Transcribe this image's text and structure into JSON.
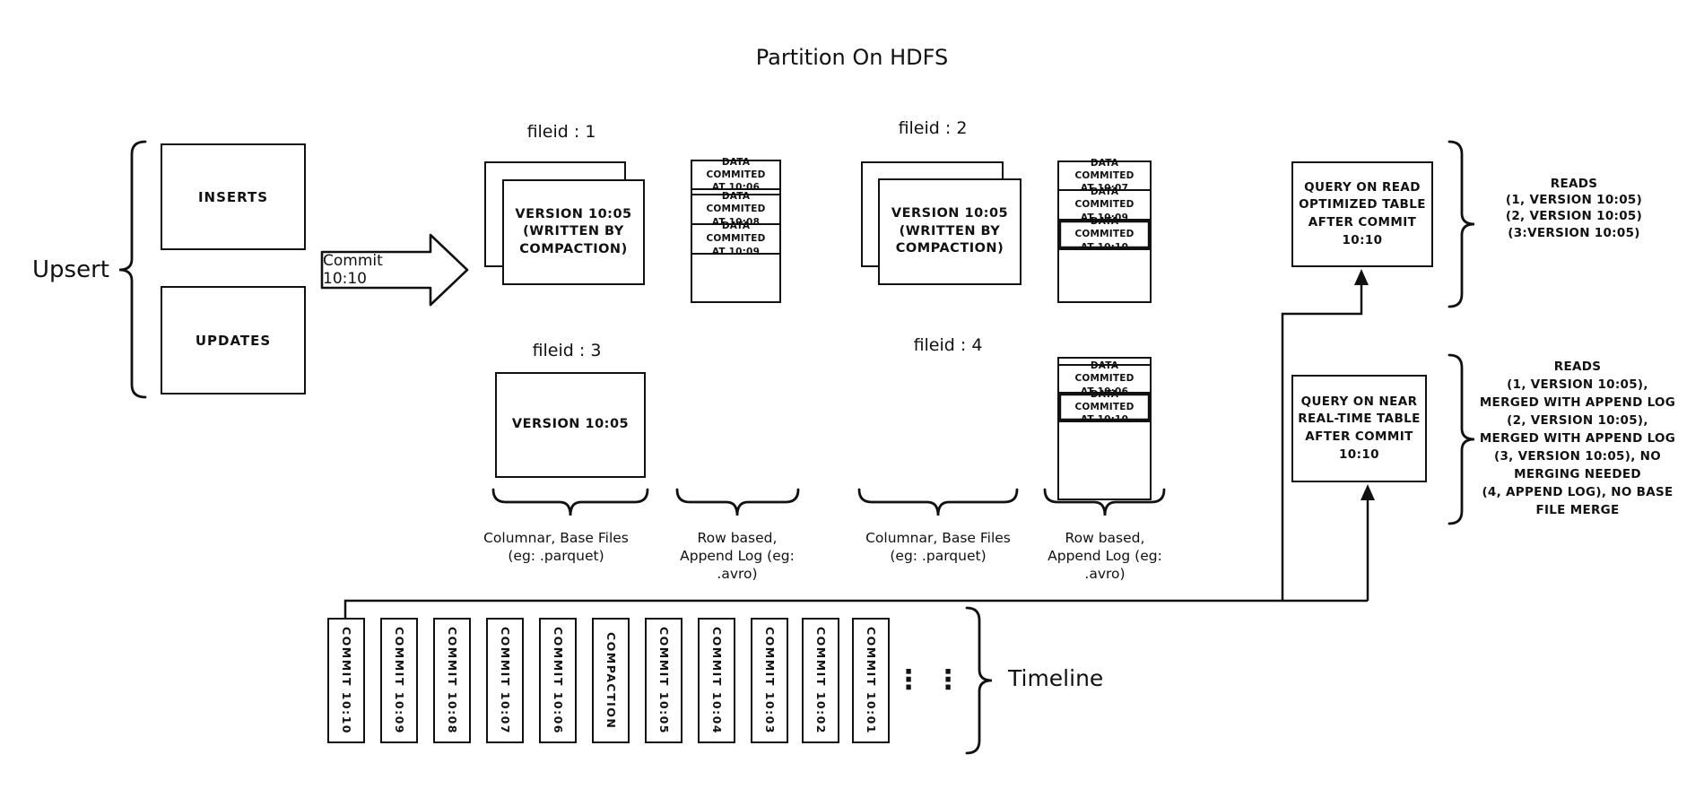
{
  "title": "Partition On HDFS",
  "upsert": {
    "label": "Upsert",
    "inserts": "INSERTS",
    "updates": "UPDATES"
  },
  "arrow": {
    "label": "Commit 10:10"
  },
  "filegroups": {
    "f1": {
      "label": "fileid : 1",
      "base": "VERSION 10:05\n(WRITTEN BY\nCOMPACTION)"
    },
    "f2": {
      "label": "fileid : 2",
      "base": "VERSION 10:05\n(WRITTEN BY\nCOMPACTION)"
    },
    "f3": {
      "label": "fileid : 3",
      "base": "VERSION 10:05"
    },
    "f4": {
      "label": "fileid : 4"
    }
  },
  "logs": {
    "log1": {
      "rows": [
        "DATA COMMITED\nAT 10:06",
        "DATA COMMITED\nAT 10:08",
        "DATA COMMITED\nAT 10:09"
      ]
    },
    "log2": {
      "rows": [
        "DATA COMMITED\nAT 10:07",
        "DATA COMMITED\nAT 10:09",
        "DATA COMMITED\nAT 10:10"
      ]
    },
    "log4": {
      "rows": [
        "DATA COMMITED\nAT 10:06",
        "DATA COMMITED\nAT 10:10"
      ]
    }
  },
  "group_labels": {
    "columnar": "Columnar, Base Files\n(eg: .parquet)",
    "row_based": "Row based,\nAppend Log  (eg:\n.avro)"
  },
  "queries": {
    "read_optimized": {
      "box": "QUERY ON READ\nOPTIMIZED TABLE\nAFTER COMMIT\n10:10",
      "reads": "READS\n(1, VERSION 10:05)\n(2, VERSION 10:05)\n(3:VERSION 10:05)"
    },
    "near_real_time": {
      "box": "QUERY ON NEAR\nREAL-TIME TABLE\nAFTER COMMIT\n10:10",
      "reads": "READS\n(1, VERSION 10:05),\nMERGED WITH APPEND LOG\n(2, VERSION 10:05),\nMERGED WITH APPEND LOG\n(3, VERSION 10:05), NO\nMERGING NEEDED\n(4, APPEND LOG), NO BASE\nFILE MERGE"
    }
  },
  "timeline": {
    "label": "Timeline",
    "ellipsis": "⋮",
    "commits": [
      "COMMIT 10:10",
      "COMMIT 10:09",
      "COMMIT 10:08",
      "COMMIT 10:07",
      "COMMIT 10:06",
      "COMPACTION",
      "COMMIT 10:05",
      "COMMIT 10:04",
      "COMMIT 10:03",
      "COMMIT 10:02",
      "COMMIT 10:01"
    ]
  },
  "colors": {
    "ink": "#111111",
    "background": "#ffffff"
  }
}
